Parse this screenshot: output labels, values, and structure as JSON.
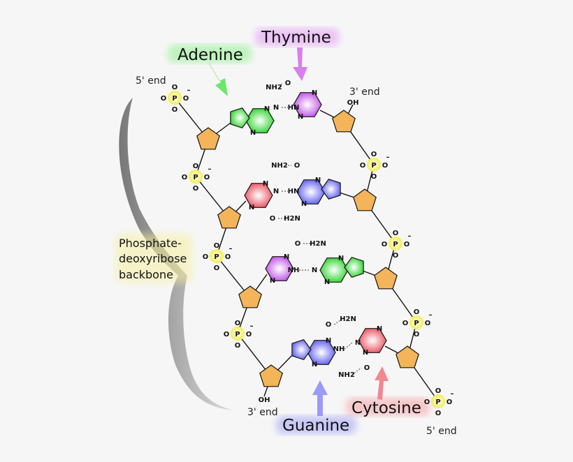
{
  "labels": {
    "thymine": "Thymine",
    "adenine": "Adenine",
    "guanine": "Guanine",
    "cytosine": "Cytosine",
    "five_prime_top": "5' end",
    "three_prime_top": "3' end",
    "three_prime_bottom": "3' end",
    "five_prime_bottom": "5' end",
    "backbone_line1": "Phosphate-",
    "backbone_line2": "deoxyribose",
    "backbone_line3": "backbone"
  },
  "atoms": {
    "nh2": "NH2",
    "h2n": "H2N",
    "hn": "HN",
    "nh": "NH",
    "n": "N",
    "o": "O",
    "oh": "OH",
    "p": "P",
    "minus": "–"
  },
  "colors": {
    "adenine": "#5ee85e",
    "thymine": "#d77ef0",
    "guanine": "#8a8af5",
    "cytosine": "#f07f88",
    "sugar": "#f3b45a",
    "phosphate": "#f4ee50",
    "backbone_brace": "#9a9a9a"
  }
}
